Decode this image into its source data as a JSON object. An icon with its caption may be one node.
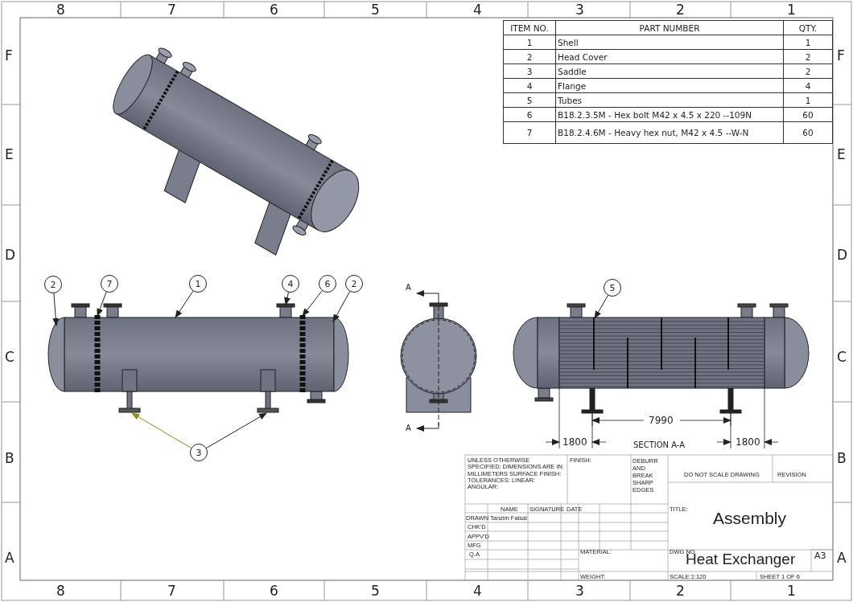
{
  "diagram": {
    "nodes": [
      {
        "text": [
          "2"
        ]
      },
      {
        "text": [
          "7"
        ]
      },
      {
        "text": [
          "1"
        ]
      },
      {
        "text": [
          "4"
        ]
      },
      {
        "text": [
          "6"
        ]
      },
      {
        "text": [
          "2"
        ]
      },
      {
        "text": [
          "3"
        ]
      },
      {
        "text": [
          "5"
        ]
      },
      {
        "text": [],
        "shape": "picture"
      },
      {
        "text": [],
        "shape": "picture"
      },
      {
        "text": [],
        "shape": "picture"
      }
    ],
    "edges": [
      {
        "from": 0,
        "to": null,
        "arrow": "to"
      },
      {
        "from": 1,
        "to": null,
        "arrow": "to"
      },
      {
        "from": 2,
        "to": null,
        "arrow": "to"
      },
      {
        "from": 3,
        "to": null,
        "arrow": "to"
      },
      {
        "from": 4,
        "to": null,
        "arrow": "to"
      },
      {
        "from": 5,
        "to": null,
        "arrow": "to"
      },
      {
        "from": 6,
        "to": 8,
        "arrow": "to",
        "color": "#8c8c1e"
      },
      {
        "from": 6,
        "to": 9,
        "arrow": "to"
      },
      {
        "from": 7,
        "to": 10,
        "arrow": "to"
      }
    ],
    "labels": [
      "8",
      "7",
      "6",
      "5",
      "4",
      "3",
      "2",
      "1",
      "F",
      "E",
      "D",
      "C",
      "B",
      "A",
      "F",
      "E",
      "D",
      "C",
      "B",
      "A",
      "8",
      "7",
      "6",
      "5",
      "4",
      "3",
      "2",
      "1",
      "ITEM NO.",
      "PART NUMBER",
      "QTY.",
      "1",
      "Shell",
      "1",
      "2",
      "Head Cover",
      "2",
      "3",
      "Saddle",
      "2",
      "4",
      "Flange",
      "4",
      "5",
      "Tubes",
      "1",
      "6",
      "B18.2.3.5M - Hex bolt M42 x 4.5 x 220 --109N",
      "60",
      "7",
      "B18.2.4.6M - Heavy hex nut,  M42 x 4.5 --W-N",
      "60",
      "A",
      "A",
      "7990",
      "1800",
      "SECTION A-A",
      "1800",
      "UNLESS OTHERWISE SPECIFIED: DIMENSIONS ARE IN MILLIMETERS SURFACE FINISH: TOLERANCES: LINEAR: ANGULAR:",
      "FINISH:",
      "DEBURR AND BREAK SHARP EDGES",
      "DO NOT SCALE DRAWING",
      "REVISION",
      "NAME",
      "SIGNATURE",
      "DATE",
      "DRAWN",
      "Tanzim Faisal",
      "CHK'D",
      "APPV'D",
      "MFG",
      "Q.A",
      "MATERIAL:",
      "TITLE:",
      "Assembly",
      "DWG NO.",
      "Heat Exchanger",
      "A3",
      "WEIGHT:",
      "SCALE:1:120",
      "SHEET 1 OF 6"
    ]
  }
}
